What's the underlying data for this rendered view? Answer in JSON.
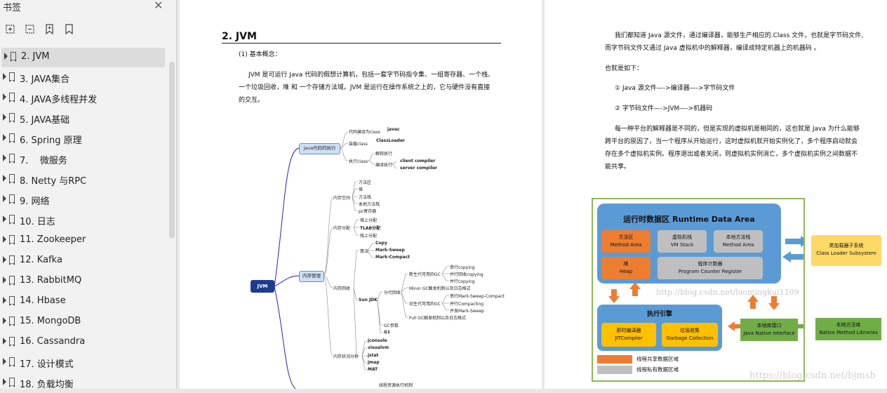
{
  "sidebar": {
    "title": "书签",
    "close_icon": "close-icon",
    "tools": [
      "expand-all-icon",
      "collapse-all-icon",
      "add-bookmark-icon",
      "bookmark-icon"
    ],
    "items": [
      {
        "label": "2. JVM",
        "selected": true
      },
      {
        "label": "3. JAVA集合"
      },
      {
        "label": "4. JAVA多线程并发"
      },
      {
        "label": "5. JAVA基础"
      },
      {
        "label": "6. Spring 原理"
      },
      {
        "label": "7.    微服务"
      },
      {
        "label": "8. Netty 与RPC"
      },
      {
        "label": "9. 网络"
      },
      {
        "label": "10. 日志"
      },
      {
        "label": "11. Zookeeper"
      },
      {
        "label": "12. Kafka"
      },
      {
        "label": "13. RabbitMQ"
      },
      {
        "label": "14. Hbase"
      },
      {
        "label": "15. MongoDB"
      },
      {
        "label": "16. Cassandra"
      },
      {
        "label": "17. 设计模式"
      },
      {
        "label": "18. 负载均衡"
      }
    ]
  },
  "page1": {
    "heading": "2. JVM",
    "sub": "(1) 基本概念：",
    "para_line1": "JVM 是可运行 Java 代码的假想计算机，包括一套字节码指令集、一组寄存器、一个栈、",
    "para_line2": "一个垃圾回收，堆 和 一个存储方法域。JVM 是运行在操作系统之上的，它与硬件没有直接",
    "para_line3": "的交互。",
    "mindmap": {
      "root": "JVM",
      "n_exec": "java代码的执行",
      "n_mem": "内存管理",
      "t_compile": "代码编译为class",
      "t_javac": "javac",
      "t_load": "装载class",
      "t_loader": "ClassLoader",
      "t_run": "执行class",
      "t_interp": "解释执行",
      "t_jit": "编译执行",
      "t_client": "client compiler",
      "t_server": "server compiler",
      "t_space": "内存空间",
      "t_method": "方法区",
      "t_heap": "堆",
      "t_stack": "方法栈",
      "t_native": "本地方法栈",
      "t_pc": "pc寄存器",
      "t_alloc": "内存分配",
      "t_heapalloc": "堆上分配",
      "t_tlab": "TLAB分配",
      "t_stackalloc": "栈上分配",
      "t_algo": "算法",
      "t_copy": "Copy",
      "t_ms": "Mark-Sweep",
      "t_mc": "Mark-Compact",
      "t_gc": "内存回收",
      "t_sunjdk": "Sun JDK",
      "t_gen": "分代回收",
      "t_young": "新生代可用的GC",
      "t_serial_copy": "串行copying",
      "t_par_copy": "并行回收copying",
      "t_parallel_copy": "并行copying",
      "t_minor": "Minor GC触发机制以及日志格式",
      "t_old": "旧生代可用的GC",
      "t_serial_msc": "串行Mark-Sweep-Compact",
      "t_par_compact": "并行Compacting",
      "t_concurrent_ms": "并发Mark-Sweep",
      "t_full": "Full GC触发机制以及日志格式",
      "t_gcparam": "GC参数",
      "t_g1": "G1",
      "t_tools": "内存状况分析",
      "t_jconsole": "jconsole",
      "t_visualvm": "visualvm",
      "t_jstat": "jstat",
      "t_jmap": "jmap",
      "t_mat": "MAT",
      "t_thread": "线程资源执行机制"
    }
  },
  "page2": {
    "line1": "我们都知道 Java 源文件，通过编译器，能够生产相应的.Class 文件，也就是字节码文件,",
    "line2": "而字节码文件又通过 Java 虚拟机中的解释器，编译成特定机器上的机器码 。",
    "line3": "也就是如下：",
    "line4": "① Java 源文件—->编译器—->字节码文件",
    "line5": "② 字节码文件—->JVM—->机器码",
    "line6": "每一种平台的解释器是不同的，但是实现的虚拟机是相同的，这也就是 Java 为什么能够",
    "line7": "跨平台的原因了，当一个程序从开始运行，这时虚拟机就开始实例化了，多个程序启动就会",
    "line8": "存在多个虚拟机实例。程序退出或者关闭，则虚拟机实例消亡，多个虚拟机实例之间数据不",
    "line9": "能共享。",
    "diagram": {
      "rda_title": "运行时数据区  Runtime Data Area",
      "method_cn": "方法区",
      "method_en": "Method Area",
      "vmstack_cn": "虚拟机栈",
      "vmstack_en": "VM Stack",
      "native_cn": "本地方法栈",
      "native_en": "Method Area",
      "heap_cn": "堆",
      "heap_en": "Heap",
      "pc_cn": "程序计数器",
      "pc_en": "Program Counter Register",
      "exec_title": "执行引擎",
      "jit_cn": "即时编译器",
      "jit_en": "JITCompiler",
      "gc_cn": "垃圾收集",
      "gc_en": "Garbage Collection",
      "loader_cn": "类加载器子系统",
      "loader_en": "Class Loader Subsystem",
      "jni_cn": "本地库接口",
      "jni_en": "Java Native Interface",
      "lib_cn": "本地方法库",
      "lib_en": "Native Method Libraries",
      "legend_shared": "线程共享数据区域",
      "legend_private": "线程私有数据区域",
      "watermark": "http://blog.csdn.net/luomingkui1109",
      "colors": {
        "shared": "#ed7d31",
        "private": "#bfbfbf",
        "area": "#5b9bd5",
        "green": "#70ad47"
      }
    },
    "watermark2": "https://blog.csdn.net/bjmsb"
  }
}
